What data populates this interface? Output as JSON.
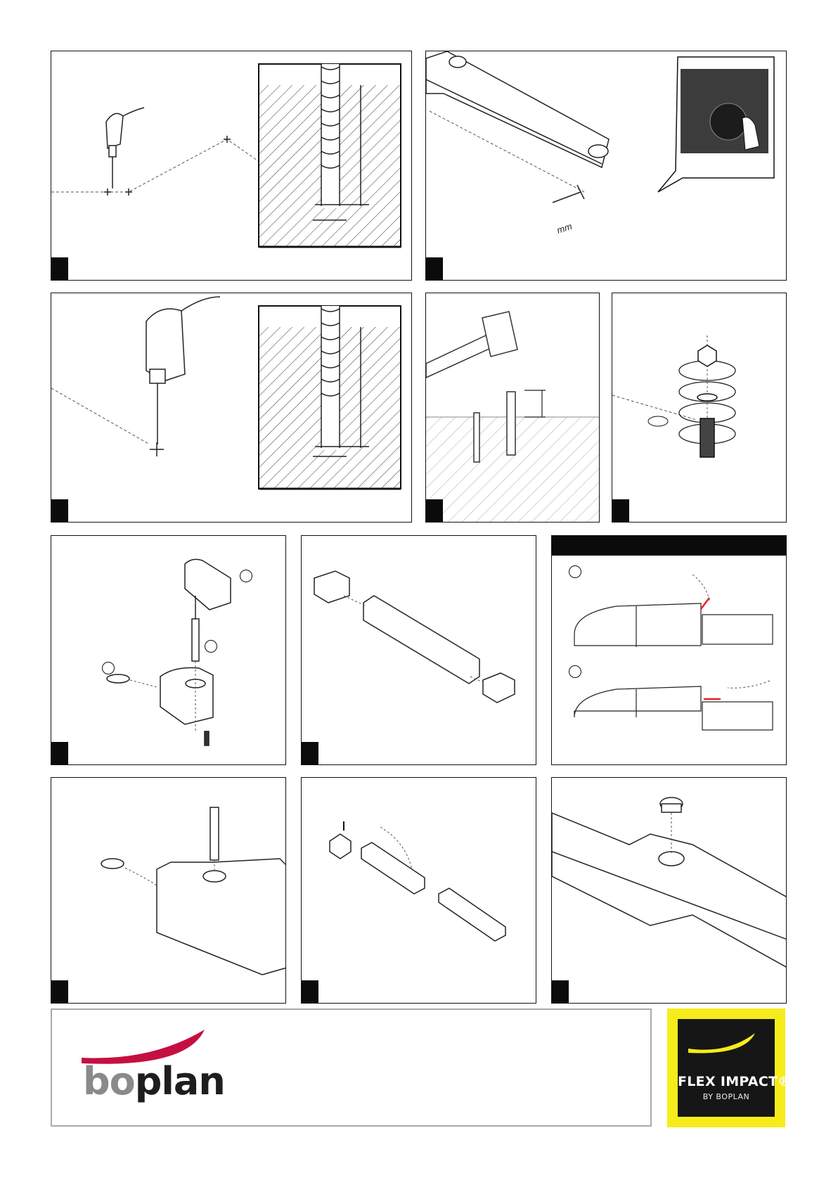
{
  "document": {
    "measure_unit": "mm",
    "option_labels": [
      "",
      ""
    ],
    "footer": {
      "logo_part1": "bo",
      "logo_part2": "plan",
      "brand_title": "FLEX IMPACT®",
      "brand_subtitle": "BY BOPLAN"
    }
  },
  "colors": {
    "step_badge": "#0b0b0b",
    "boplan_red": "#c41040",
    "boplan_grey": "#8a8a8a",
    "flex_yellow": "#f6ec1c",
    "flex_black": "#161616",
    "highlight_red": "#e8202a"
  }
}
